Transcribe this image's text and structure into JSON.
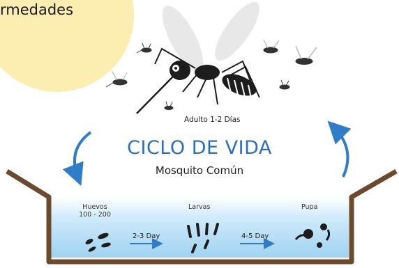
{
  "corner_text": "rmedades",
  "adult": {
    "label": "Adulto 1-2 Días"
  },
  "cycle": {
    "title": "CICLO DE VIDA",
    "subtitle": "Mosquito Común"
  },
  "stages": {
    "eggs": {
      "label_line1": "Huevos",
      "label_line2": "100 - 200"
    },
    "larvae": {
      "label": "Larvas"
    },
    "pupa": {
      "label": "Pupa"
    }
  },
  "transitions": [
    {
      "label": "2-3 Day"
    },
    {
      "label": "4-5 Day"
    }
  ],
  "colors": {
    "title_blue": "#2a6fc0",
    "arrow_blue": "#2f7cc9",
    "water_blue": "#bfe3f7",
    "container_brown": "#6b4a2e",
    "sun_yellow": "#fbeeb0"
  },
  "icons": [
    "sun-shape",
    "mosquito-icon",
    "cycle-arrow-icon",
    "egg-icon",
    "larva-icon",
    "pupa-icon",
    "arrow-right-icon"
  ]
}
